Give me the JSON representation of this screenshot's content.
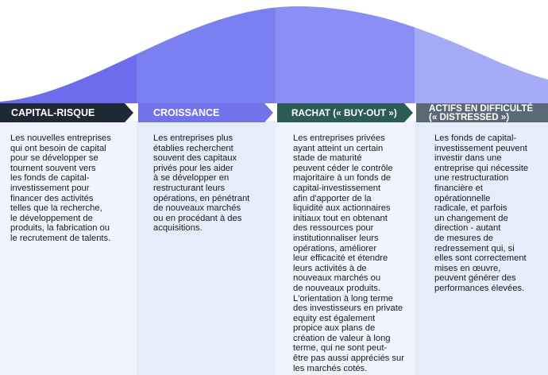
{
  "colors": {
    "panel_light": "#f0f4fc",
    "panel_medium": "#e6edfa",
    "arrow_1": "#1d2935",
    "arrow_2": "#7272ea",
    "arrow_3": "#2d5c54",
    "arrow_4": "#5a6a74",
    "curve_1": "#6c6cec",
    "curve_2": "#7b80f1",
    "curve_3": "#898ff4",
    "curve_4": "#a5acf7"
  },
  "stages": [
    {
      "title": "CAPITAL-RISQUE",
      "lines": [
        "Les nouvelles entreprises",
        "qui ont besoin de capital",
        "pour se développer se",
        "tournent souvent vers",
        "les fonds de capital-",
        "investissement pour",
        "financer des activités",
        "telles que la recherche,",
        "le développement de",
        "produits, la fabrication ou",
        "le recrutement de talents."
      ]
    },
    {
      "title": "CROISSANCE",
      "lines": [
        "Les entreprises plus",
        "établies recherchent",
        "souvent des capitaux",
        "privés pour les aider",
        "à se développer en",
        "restructurant leurs",
        "opérations, en pénétrant",
        "de nouveaux marchés",
        "ou en procédant à des",
        "acquisitions."
      ]
    },
    {
      "title": "RACHAT (« BUY-OUT »)",
      "lines": [
        "Les entreprises privées",
        "ayant atteint un certain",
        "stade de maturité",
        "peuvent céder le contrôle",
        "majoritaire à un fonds de",
        "capital-investissement",
        "afin d'apporter de la",
        "liquidité aux actionnaires",
        "initiaux tout en obtenant",
        "des ressources pour",
        "institutionnaliser leurs",
        "opérations, améliorer",
        "leur efficacité et étendre",
        "leurs activités à de",
        "nouveaux marchés ou",
        "de nouveaux produits.",
        "L'orientation à long terme",
        "des investisseurs en private",
        "equity est également",
        "propice aux plans de",
        "création de valeur à long",
        "terme, qui ne sont peut-",
        "être pas aussi appréciés sur",
        "les marchés cotés."
      ]
    },
    {
      "title": "ACTIFS EN DIFFICULTÉ",
      "title_line2": "(« DISTRESSED »)",
      "lines": [
        "Les fonds de capital-",
        "investissement peuvent",
        "investir dans une",
        "entreprise qui nécessite",
        "une restructuration",
        "financière et",
        "opérationnelle",
        "radicale, et parfois",
        "un changement de",
        "direction - autant",
        "de mesures de",
        "redressement qui, si",
        "elles sont correctement",
        "mises en œuvre,",
        "peuvent générer des",
        "performances élevées."
      ]
    }
  ]
}
